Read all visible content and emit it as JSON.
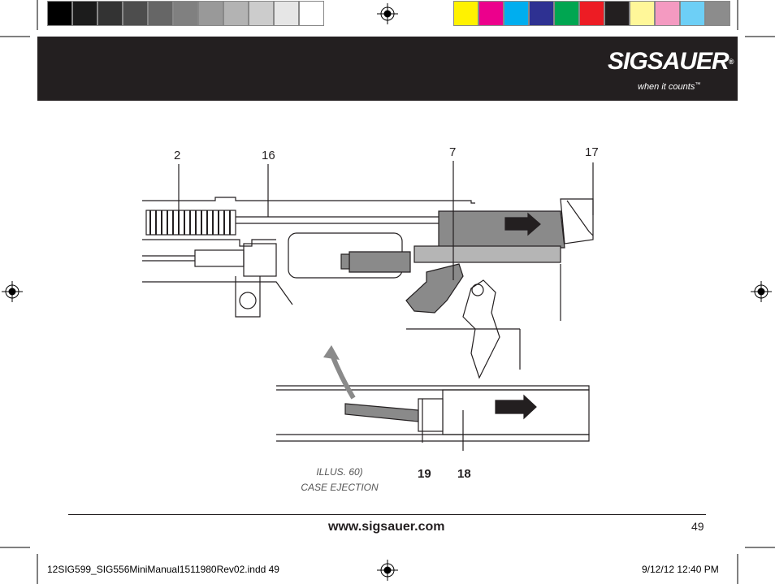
{
  "color_bar": {
    "grays": [
      "#000000",
      "#1c1c1c",
      "#333333",
      "#4d4d4d",
      "#666666",
      "#808080",
      "#999999",
      "#b3b3b3",
      "#cccccc",
      "#e6e6e6",
      "#ffffff"
    ],
    "colors": [
      "#fff200",
      "#ec008c",
      "#00aeef",
      "#2e3192",
      "#00a651",
      "#ed1c24",
      "#231f20",
      "#fff799",
      "#f49ac1",
      "#6dcff6",
      "#8c8c8c"
    ]
  },
  "logo": {
    "text": "SIGSAUER",
    "registered": "®",
    "tagline": "when it counts",
    "tagline_tm": "™"
  },
  "illustration": {
    "callouts": {
      "c2": "2",
      "c16": "16",
      "c7": "7",
      "c17": "17",
      "c19": "19",
      "c18": "18"
    },
    "caption_line1": "ILLUS. 60)",
    "caption_line2": "CASE EJECTION"
  },
  "footer": {
    "url": "www.sigsauer.com",
    "page_number": "49"
  },
  "slug": {
    "file": "12SIG599_SIG556MiniManual1511980Rev02.indd   49",
    "datetime": "9/12/12   12:40 PM"
  },
  "colors": {
    "band": "#231f20",
    "part_gray": "#8a8a8a",
    "dark_gray": "#666666"
  }
}
